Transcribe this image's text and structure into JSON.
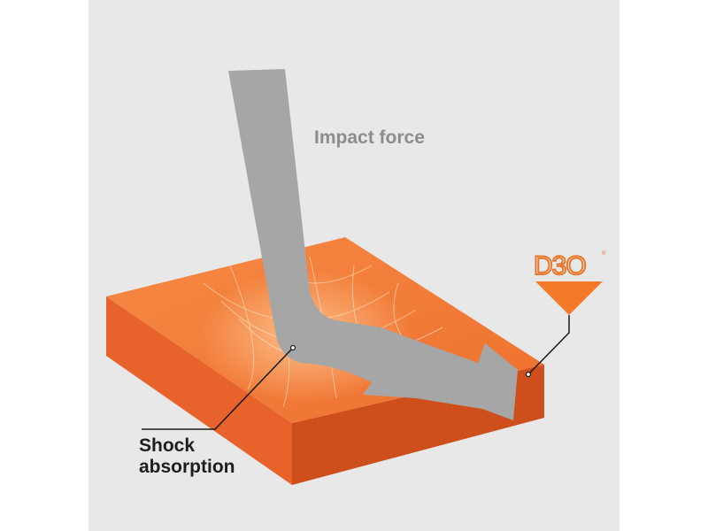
{
  "labels": {
    "impact_force": "Impact force",
    "shock_line1": "Shock",
    "shock_line2": "absorption"
  },
  "logo": {
    "text": "D3O",
    "mark": "®"
  },
  "colors": {
    "orange": "#f07a38",
    "orange_dark": "#d9541f",
    "arrow": "#a6a6a6",
    "background": "#e8e8e8",
    "logo": "#e8772e"
  }
}
